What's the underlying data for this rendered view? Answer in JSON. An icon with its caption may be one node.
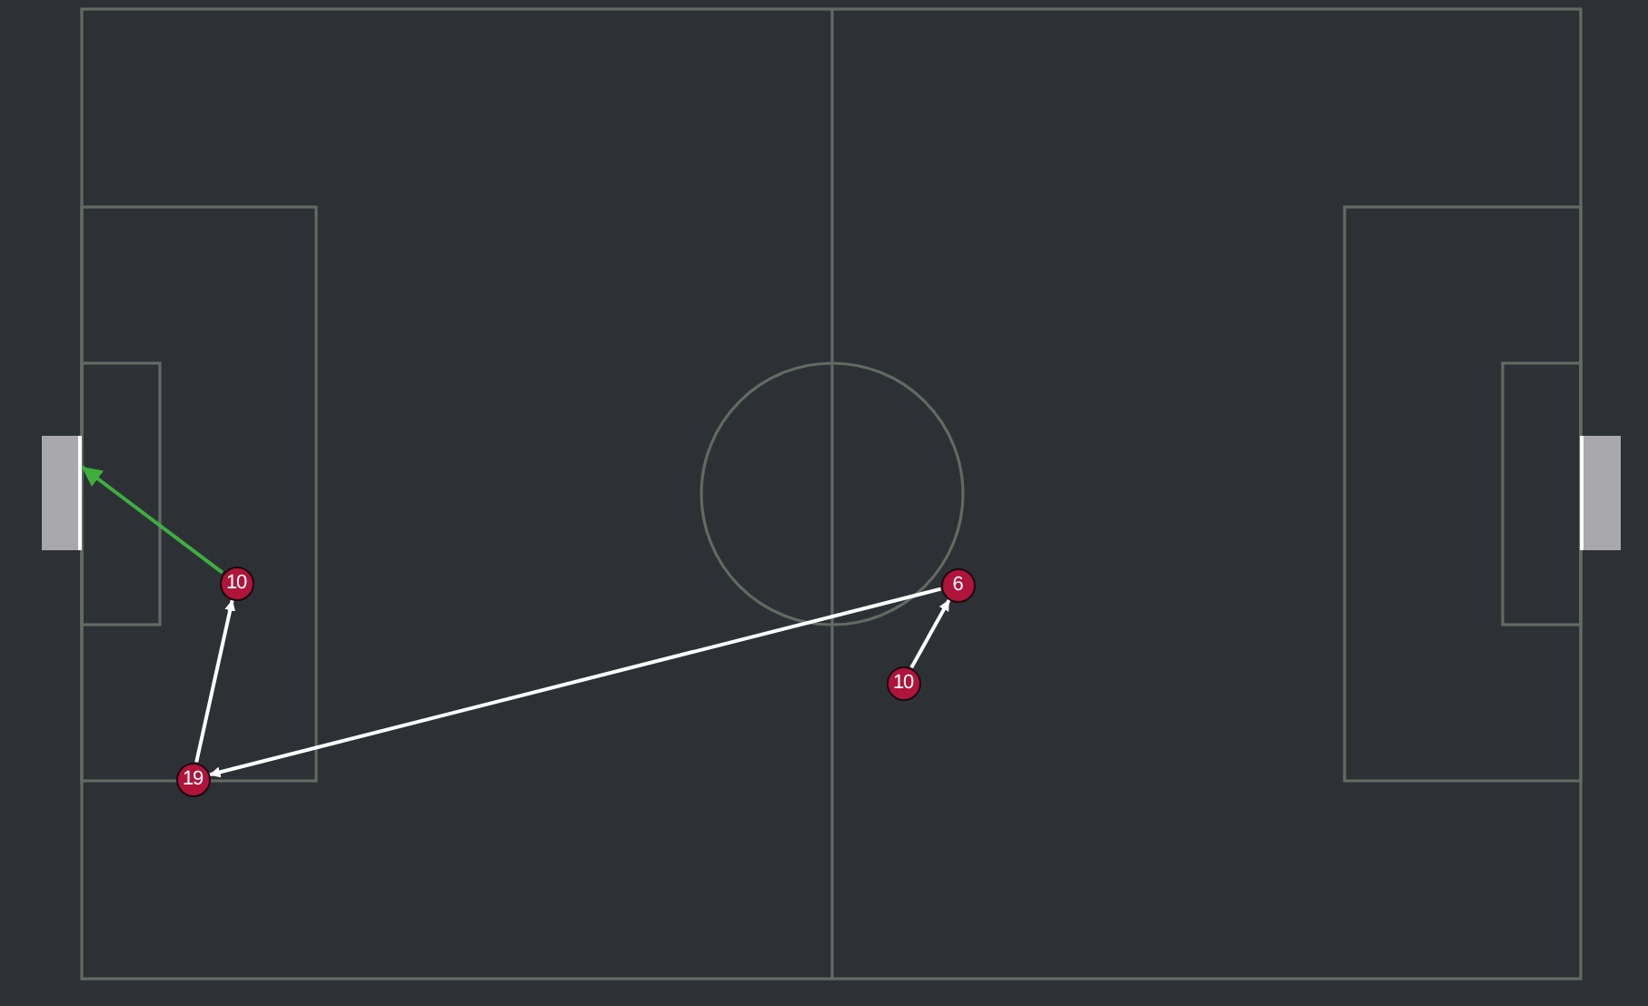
{
  "diagram": {
    "nodes": [
      {
        "text": [],
        "shape": "box"
      },
      {
        "text": [
          "10"
        ]
      },
      {
        "text": [
          "6"
        ]
      },
      {
        "text": [
          "10"
        ]
      },
      {
        "text": [
          "19"
        ]
      }
    ],
    "edges": [
      {
        "from": 3,
        "to": 2,
        "arrow": "to"
      },
      {
        "from": 2,
        "to": 4,
        "arrow": "to"
      },
      {
        "from": 4,
        "to": 1,
        "arrow": "to"
      },
      {
        "from": 1,
        "to": 0,
        "arrow": "to",
        "color": "#3fae3f"
      }
    ]
  }
}
